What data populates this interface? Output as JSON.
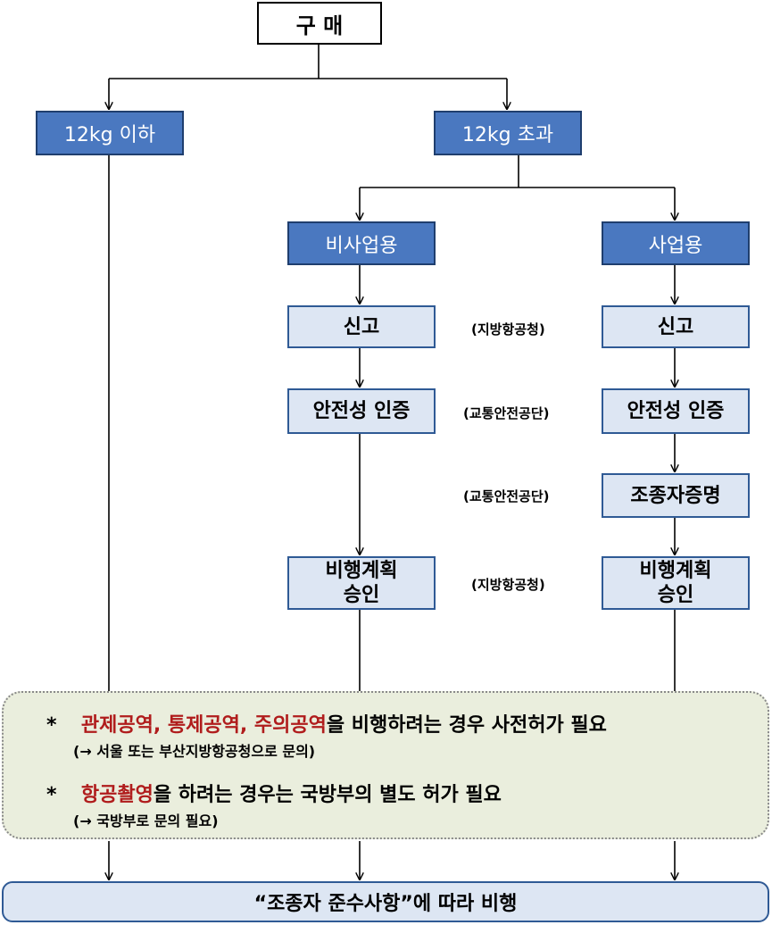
{
  "top": {
    "label": "구 매"
  },
  "weight": {
    "under": "12kg 이하",
    "over": "12kg 초과"
  },
  "use_type": {
    "non_business": "비사업용",
    "business": "사업용"
  },
  "steps": {
    "report": "신고",
    "safety_cert": "안전성 인증",
    "pilot_cert": "조종자증명",
    "flight_plan_line1": "비행계획",
    "flight_plan_line2": "승인"
  },
  "agencies": {
    "report": "(지방항공청)",
    "safety_cert": "(교통안전공단)",
    "pilot_cert": "(교통안전공단)",
    "flight_plan": "(지방항공청)"
  },
  "notes": {
    "bullet": "*",
    "note1_red1": "관제공역",
    "note1_sep1": ", ",
    "note1_red2": "통제공역",
    "note1_sep2": ", ",
    "note1_red3": "주의공역",
    "note1_rest": "을 비행하려는 경우 사전허가 필요",
    "note1_sub": "(→ 서울 또는 부산지방항공청으로 문의)",
    "note2_red": "항공촬영",
    "note2_rest": "을 하려는 경우는 국방부의 별도 허가 필요",
    "note2_sub": "(→ 국방부로 문의 필요)"
  },
  "final": {
    "label": "“조종자 준수사항”에 따라 비행"
  },
  "colors": {
    "box_blue": "#4a78c0",
    "box_light": "#dde6f3",
    "note_bg": "#eaeedd",
    "note_red": "#b01c1c"
  }
}
